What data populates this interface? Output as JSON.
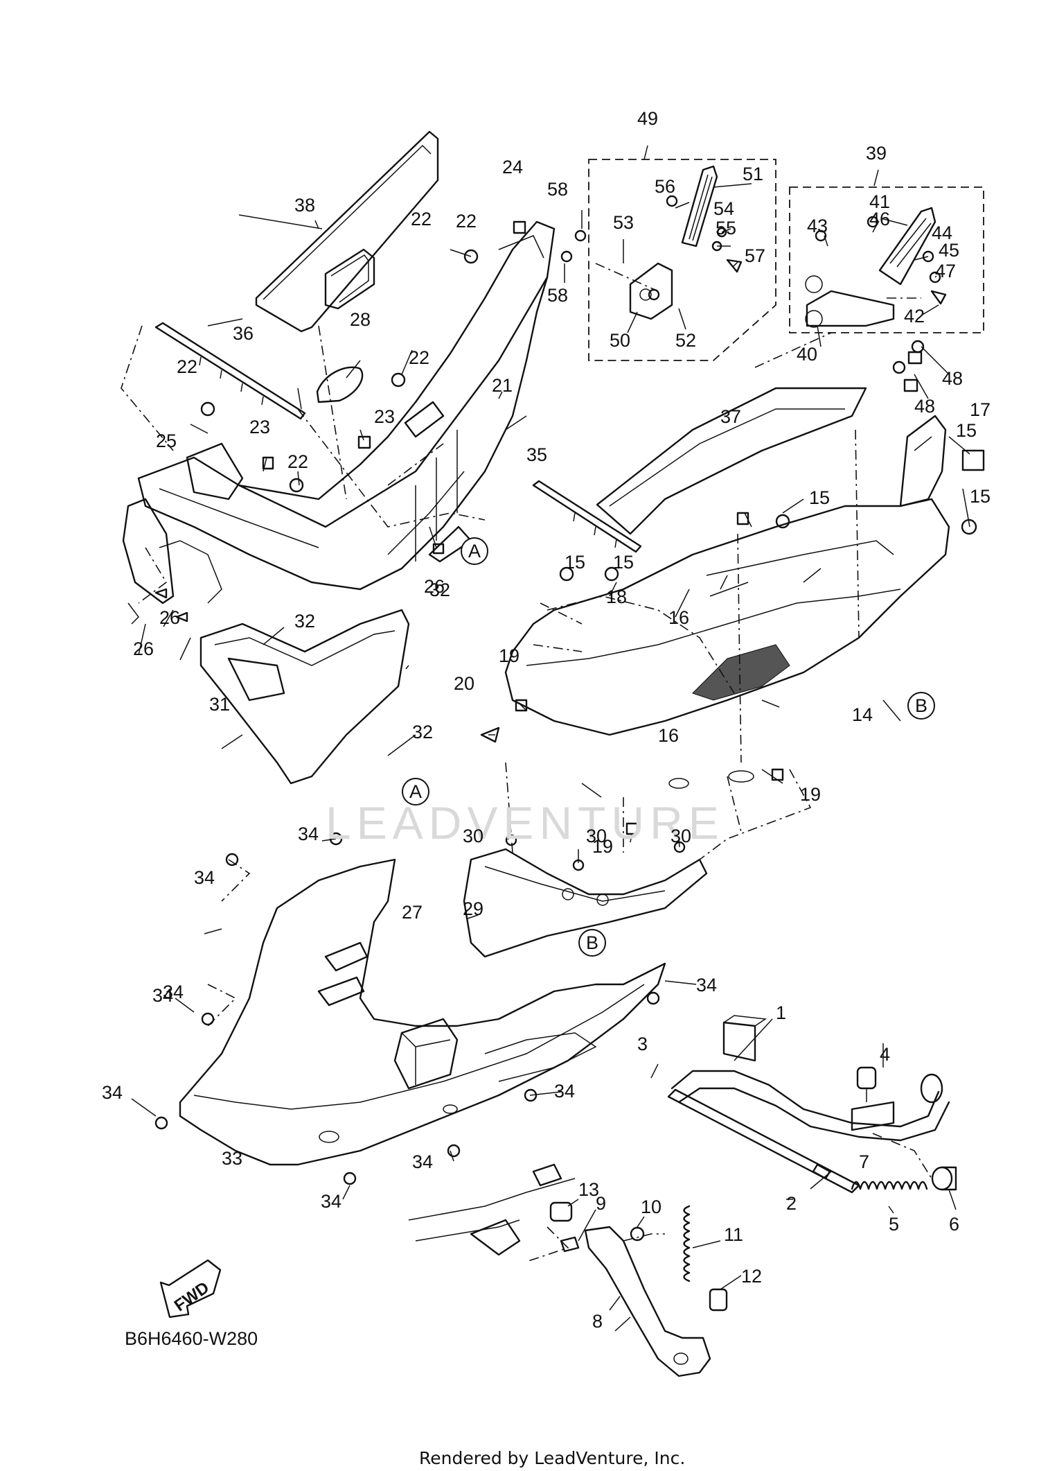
{
  "diagram_code": "B6H6460-W280",
  "footer_text": "Rendered by LeadVenture, Inc.",
  "watermark": "LEADVENTURE",
  "fwd_label": "FWD",
  "callouts": [
    "A",
    "A",
    "B",
    "B"
  ],
  "part_labels": [
    "1",
    "2",
    "3",
    "4",
    "5",
    "6",
    "7",
    "8",
    "9",
    "10",
    "11",
    "12",
    "13",
    "14",
    "15",
    "15",
    "15",
    "15",
    "15",
    "16",
    "16",
    "17",
    "18",
    "19",
    "19",
    "19",
    "20",
    "21",
    "22",
    "22",
    "22",
    "22",
    "22",
    "23",
    "23",
    "24",
    "25",
    "26",
    "26",
    "26",
    "27",
    "28",
    "29",
    "30",
    "30",
    "30",
    "31",
    "32",
    "32",
    "32",
    "33",
    "34",
    "34",
    "34",
    "34",
    "34",
    "34",
    "34",
    "34",
    "34",
    "35",
    "36",
    "37",
    "38",
    "39",
    "40",
    "41",
    "42",
    "43",
    "44",
    "45",
    "46",
    "47",
    "48",
    "48",
    "49",
    "50",
    "51",
    "52",
    "53",
    "54",
    "55",
    "56",
    "57",
    "58",
    "58"
  ]
}
